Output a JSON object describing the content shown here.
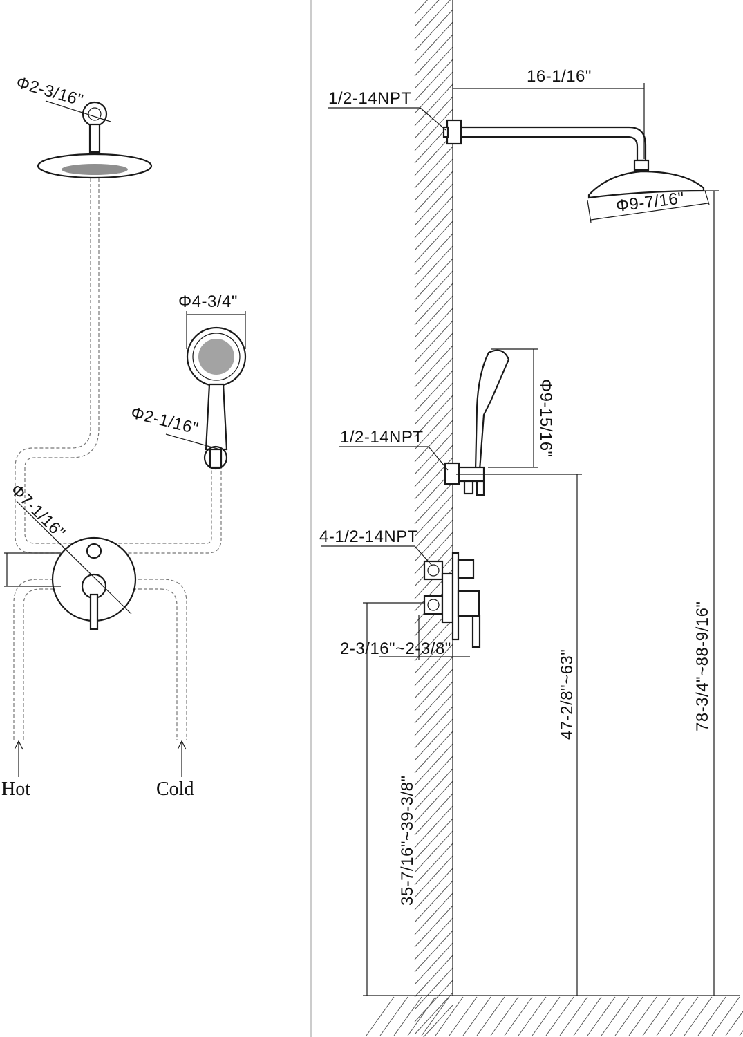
{
  "left_view": {
    "arm_flange_diameter": "Φ2-3/16\"",
    "handheld_head_diameter": "Φ4-3/4\"",
    "handheld_flange_diameter": "Φ2-1/16\"",
    "valve_trim_diameter": "Φ7-1/16\"",
    "inlet_hot": "Hot",
    "inlet_cold": "Cold"
  },
  "side_view": {
    "arm_length": "16-1/16\"",
    "arm_thread": "1/2-14NPT",
    "rain_head_diameter": "Φ9-7/16\"",
    "handheld_length": "Φ9-15/16\"",
    "handheld_outlet_thread": "1/2-14NPT",
    "valve_thread": "4-1/2-14NPT",
    "valve_depth": "2-3/16\"~2-3/8\"",
    "valve_height": "35-7/16\"~39-3/8\"",
    "handheld_outlet_height": "47-2/8\"~63\"",
    "rain_head_height": "78-3/4\"~88-9/16\""
  },
  "colors": {
    "line": "#1a1a1a",
    "hatch": "#555555",
    "background": "#ffffff"
  }
}
